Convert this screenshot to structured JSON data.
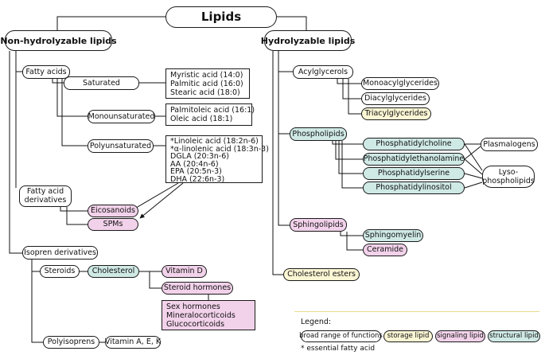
{
  "title": "Lipids",
  "non_hydrolyzable": {
    "label": "Non-hydrolyzable lipids",
    "fatty_acids": {
      "label": "Fatty acids",
      "saturated": {
        "label": "Saturated",
        "items": [
          "Myristic acid (14:0)",
          "Palmitic acid (16:0)",
          "Stearic acid (18:0)"
        ]
      },
      "monounsaturated": {
        "label": "Monounsaturated",
        "items": [
          "Palmitoleic acid (16:1)",
          "Oleic acid (18:1)"
        ]
      },
      "polyunsaturated": {
        "label": "Polyunsaturated",
        "items": [
          "*Linoleic acid (18:2n-6)",
          "*α-linolenic acid (18:3n-3)",
          "DGLA (20:3n-6)",
          "AA (20:4n-6)",
          "EPA (20:5n-3)",
          "DHA (22:6n-3)"
        ]
      }
    },
    "fatty_acid_derivatives": {
      "label_line1": "Fatty acid",
      "label_line2": "derivatives",
      "eicosanoids": "Eicosanoids",
      "spms": "SPMs"
    },
    "isopren_derivatives": {
      "label": "Isopren derivatives",
      "steroids": "Steroids",
      "cholesterol": "Cholesterol",
      "vitamin_d": "Vitamin D",
      "steroid_hormones": "Steroid hormones",
      "hormone_items": [
        "Sex hormones",
        "Mineralocorticoids",
        "Glucocorticoids"
      ],
      "polyisoprens": "Polyisoprens",
      "vitamins": "Vitamin A, E, K"
    }
  },
  "hydrolyzable": {
    "label": "Hydrolyzable lipids",
    "acylglycerols": {
      "label": "Acylglycerols",
      "items": [
        "Monoacylglycerides",
        "Diacylglycerides",
        "Triacylglycerides"
      ]
    },
    "phospholipids": {
      "label": "Phospholipids",
      "items": [
        "Phosphatidylcholine",
        "Phosphatidylethanolamine",
        "Phosphatidylserine",
        "Phosphatidylinositol"
      ],
      "plasmalogens": "Plasmalogens",
      "lyso_line1": "Lyso-",
      "lyso_line2": "phospholipids"
    },
    "sphingolipids": {
      "label": "Sphingolipids",
      "items": [
        "Sphingomyelin",
        "Ceramide"
      ]
    },
    "cholesterol_esters": "Cholesterol esters"
  },
  "legend": {
    "title": "Legend:",
    "items": [
      "broad range of functions",
      "storage lipid",
      "signaling lipid",
      "structural lipid"
    ],
    "footnote": "* essential fatty acid"
  },
  "colors": {
    "storage": "#fbf6d4",
    "signaling": "#f2d2ea",
    "structural": "#cfe9e5",
    "legend_line": "#e9d98e"
  }
}
